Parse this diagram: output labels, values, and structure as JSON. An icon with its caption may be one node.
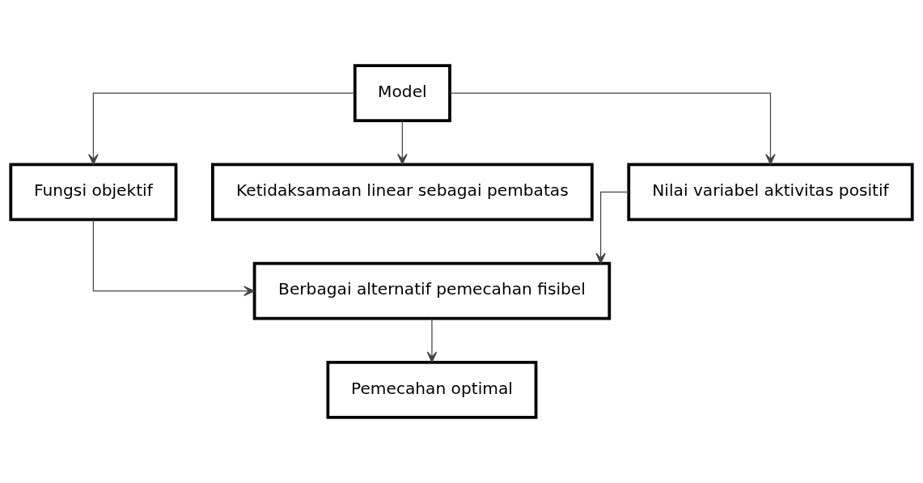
{
  "diagram": {
    "nodes": [
      {
        "text": [
          "Model"
        ]
      },
      {
        "text": [
          "Fungsi objektif"
        ]
      },
      {
        "text": [
          "Ketidaksamaan linear sebagai pembatas"
        ]
      },
      {
        "text": [
          "Nilai variabel aktivitas positif"
        ]
      },
      {
        "text": [
          "Berbagai alternatif pemecahan fisibel"
        ]
      },
      {
        "text": [
          "Pemecahan optimal"
        ]
      }
    ],
    "edges": [
      {
        "from": 0,
        "to": 1,
        "arrow": "to"
      },
      {
        "from": 0,
        "to": 2,
        "arrow": "to"
      },
      {
        "from": 0,
        "to": 3,
        "arrow": "to"
      },
      {
        "from": 1,
        "to": 4,
        "arrow": "to"
      },
      {
        "from": 3,
        "to": 4,
        "arrow": "to"
      },
      {
        "from": 4,
        "to": 5,
        "arrow": "to"
      }
    ]
  }
}
